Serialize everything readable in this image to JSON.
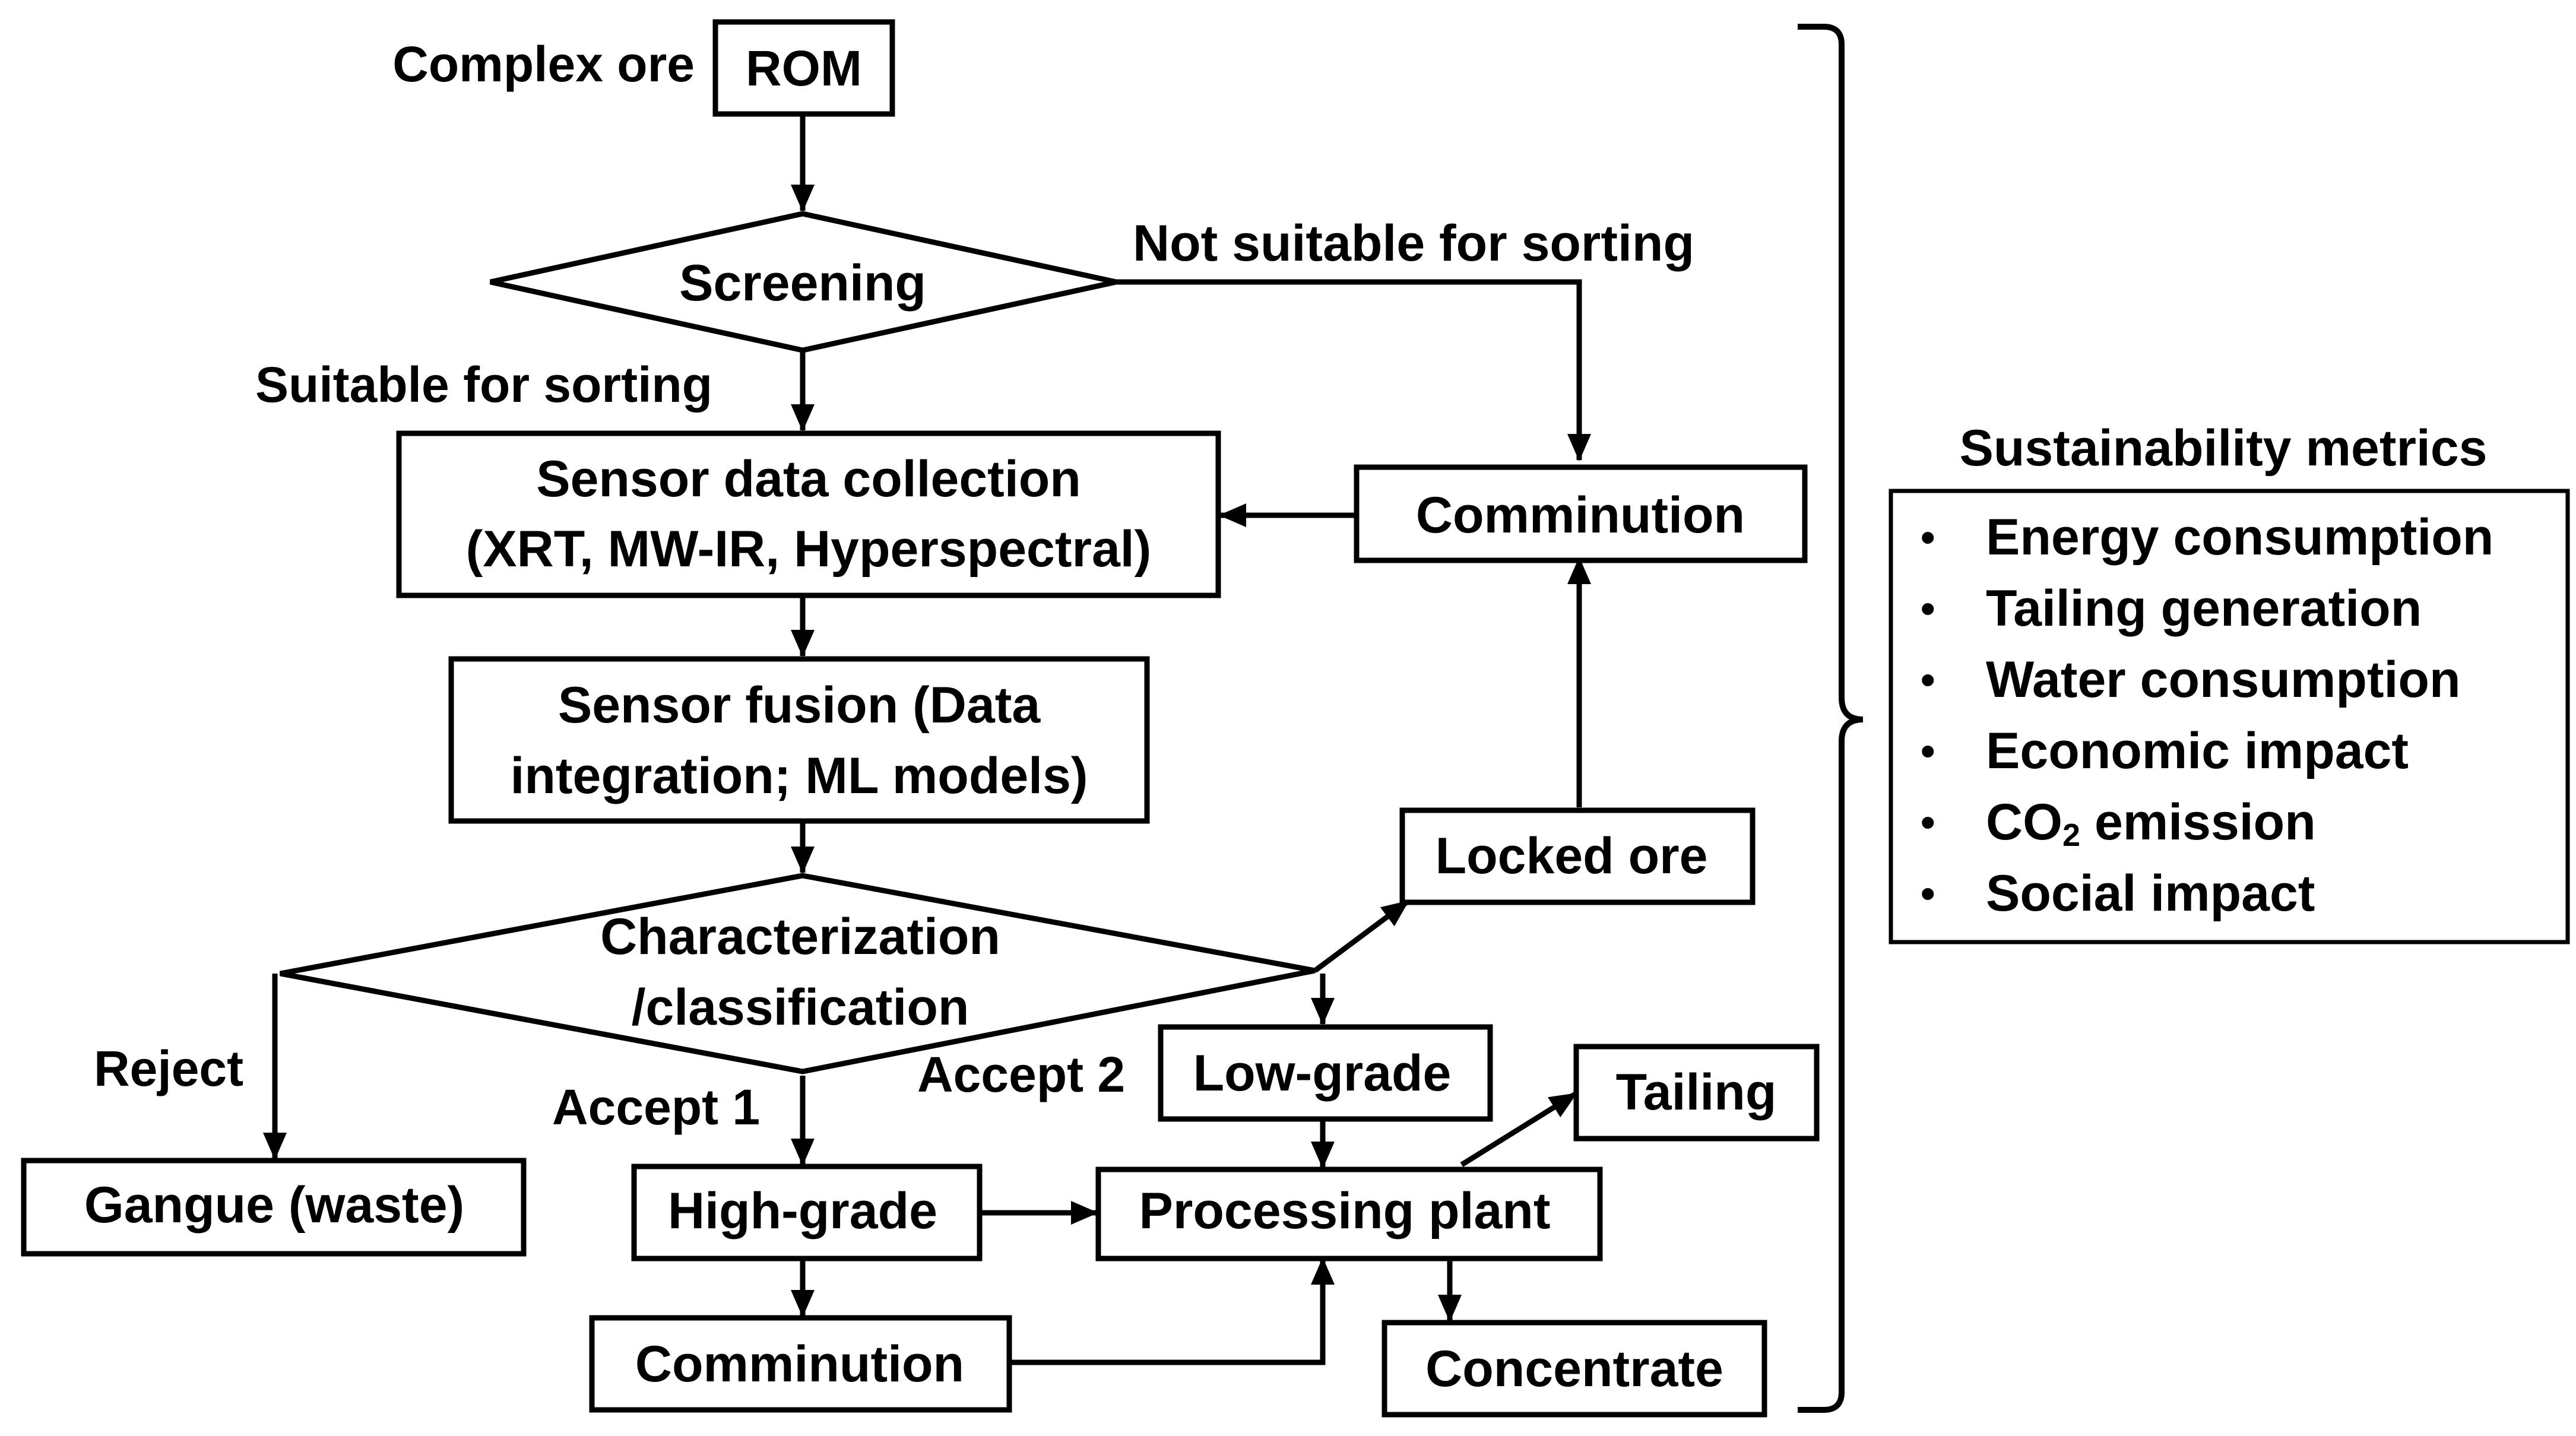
{
  "nodes": {
    "rom": "ROM",
    "screening": "Screening",
    "sensor_collection": [
      "Sensor data collection",
      "(XRT, MW-IR, Hyperspectral)"
    ],
    "comminution_top": "Comminution",
    "sensor_fusion": [
      "Sensor fusion (Data",
      "integration; ML models)"
    ],
    "characterization": [
      "Characterization",
      "/classification"
    ],
    "locked_ore": "Locked ore",
    "low_grade": "Low-grade",
    "tailing": "Tailing",
    "gangue": "Gangue (waste)",
    "high_grade": "High-grade",
    "processing_plant": "Processing plant",
    "comminution_bottom": "Comminution",
    "concentrate": "Concentrate"
  },
  "edge_labels": {
    "complex_ore": "Complex ore",
    "not_suitable": "Not suitable for sorting",
    "suitable": "Suitable for sorting",
    "reject": "Reject",
    "accept_1": "Accept 1",
    "accept_2": "Accept 2"
  },
  "metrics": {
    "title": "Sustainability metrics",
    "bullet": "•",
    "items": [
      {
        "main": "Energy consumption"
      },
      {
        "main": "Tailing generation"
      },
      {
        "main": "Water consumption"
      },
      {
        "main": "Economic impact"
      },
      {
        "main": "CO",
        "sub": "2",
        "rest": " emission"
      },
      {
        "main": "Social impact"
      }
    ]
  }
}
